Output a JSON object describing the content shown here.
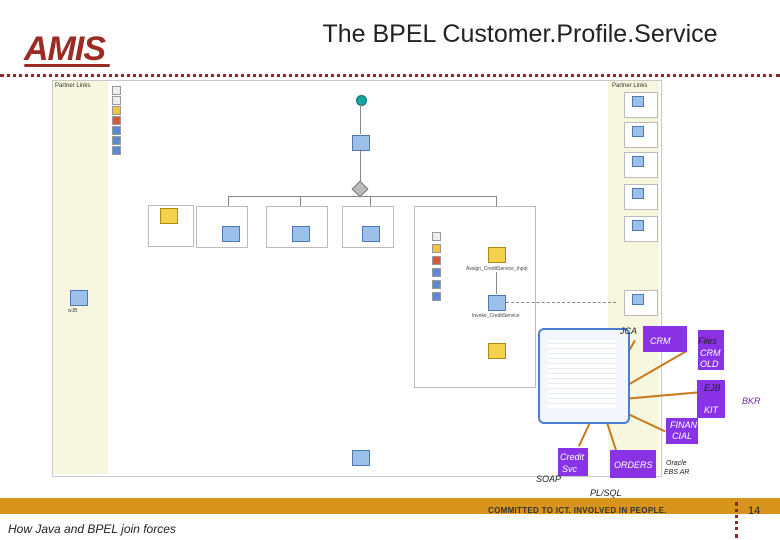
{
  "slide": {
    "title": "The BPEL Customer.Profile.Service",
    "logo": "AMIS",
    "footer_caption": "How Java and BPEL join forces",
    "slogan": "COMMITTED TO ICT. INVOLVED IN PEOPLE.",
    "page_number": "14"
  },
  "colors": {
    "accent_red": "#9c2b23",
    "footer_orange": "#d7951d",
    "violet": "#8a32e6"
  },
  "bpel": {
    "left_panel_title": "Partner Links",
    "right_panel_title": "Partner Links",
    "assign_label": "Assign_CreditService_Input",
    "invoke_label": "Invoke_CreditService",
    "left_partner": "wJB"
  },
  "systems": {
    "jca": "JCA",
    "crm": "CRM",
    "files_crm_old": [
      "Files",
      "CRM",
      "OLD"
    ],
    "ejb_kit": [
      "EJB",
      "KIT"
    ],
    "bkr": "BKR",
    "financial": [
      "FINAN",
      "CIAL"
    ],
    "credit_svc": [
      "Credit",
      "Svc"
    ],
    "soap": "SOAP",
    "orders": "ORDERS",
    "oracle_ebs": [
      "Oracle",
      "EBS AR"
    ],
    "plsql": "PL/SQL"
  }
}
